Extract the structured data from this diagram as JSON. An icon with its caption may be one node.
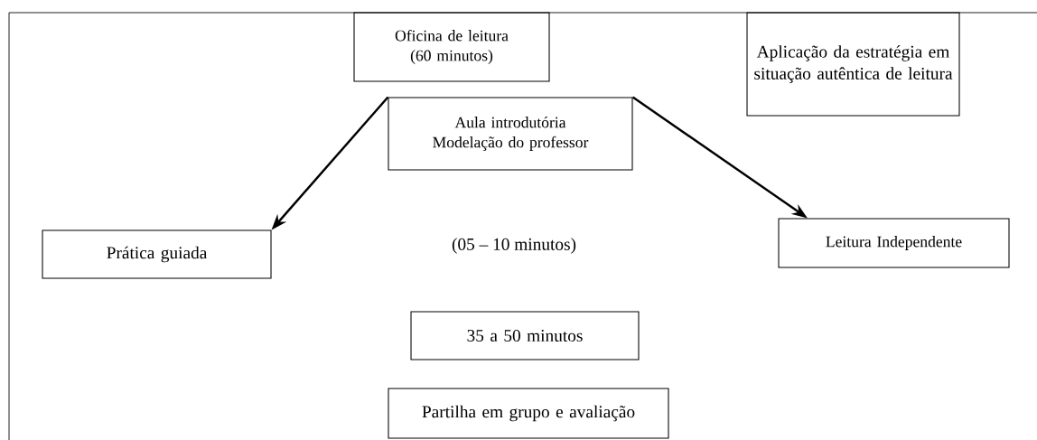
{
  "diagram": {
    "nodes": [
      {
        "text": [
          "Oficina de leitura (60 minutos)"
        ]
      },
      {
        "text": [
          "Aplicação da estratégia em situação autêntica de leitura"
        ]
      },
      {
        "text": [
          "Aula introdutória Modelação do professor"
        ]
      },
      {
        "text": [
          "Prática guiada"
        ]
      },
      {
        "text": [
          "Leitura Independente"
        ]
      },
      {
        "text": [
          "35 a 50 minutos"
        ]
      },
      {
        "text": [
          "Partilha em grupo e avaliação"
        ]
      }
    ],
    "edges": [
      {
        "from": 2,
        "to": 3,
        "arrow": "to"
      },
      {
        "from": 2,
        "to": 4,
        "arrow": "to"
      }
    ],
    "labels": [
      "(05 – 10 minutos)"
    ]
  }
}
